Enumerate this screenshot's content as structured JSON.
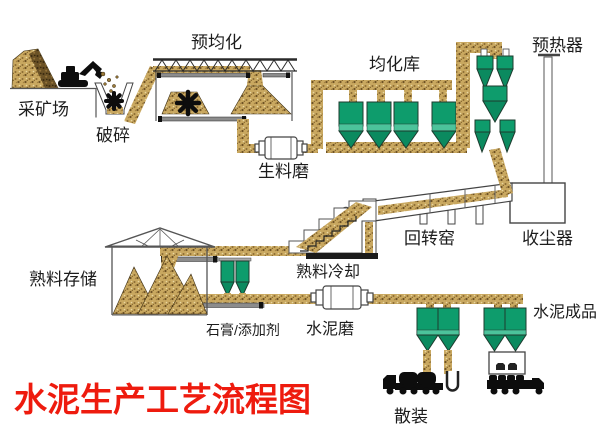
{
  "diagram": {
    "title": "水泥生产工艺流程图",
    "labels": {
      "mining_site": "采矿场",
      "crushing": "破碎",
      "pre_homogenization": "预均化",
      "raw_mill": "生料磨",
      "homogenization_silo": "均化库",
      "preheater": "预热器",
      "rotary_kiln": "回转窑",
      "dust_collector": "收尘器",
      "clinker_cooling": "熟料冷却",
      "clinker_storage": "熟料存储",
      "gypsum_additive": "石膏/添加剂",
      "cement_mill": "水泥磨",
      "cement_product": "水泥成品",
      "bulk_loading": "散装"
    },
    "colors": {
      "material_tan": "#c9a860",
      "equipment_green": "#0e9c6c",
      "outline": "#444444",
      "title_red": "#ee1b0e"
    }
  }
}
